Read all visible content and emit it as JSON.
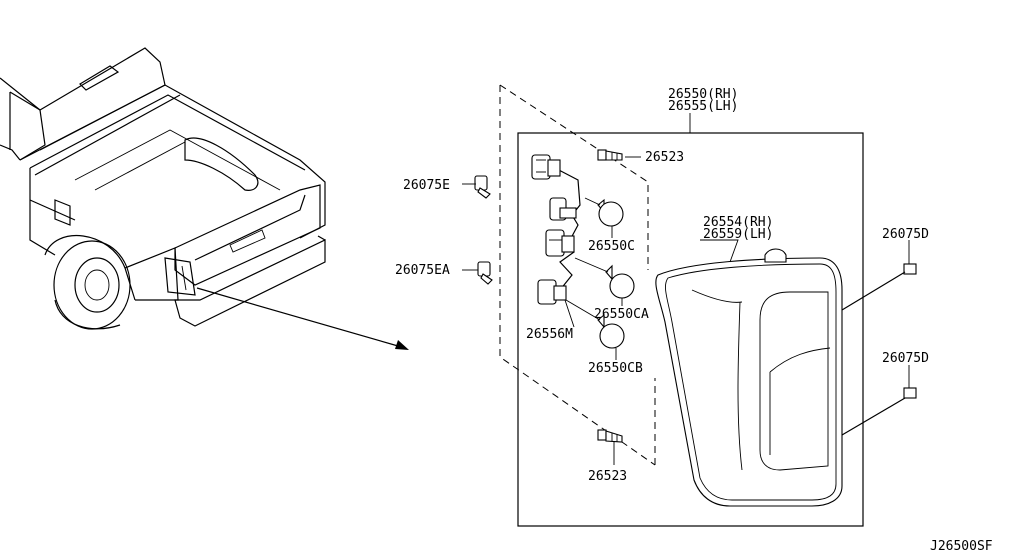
{
  "labels": {
    "assembly_rh": "26550(RH)",
    "assembly_lh": "26555(LH)",
    "lens_rh": "26554(RH)",
    "lens_lh": "26559(LH)",
    "screw_top": "26523",
    "screw_bottom": "26523",
    "clip_e": "26075E",
    "clip_ea": "26075EA",
    "bolt_upper": "26075D",
    "bolt_lower": "26075D",
    "bulb_c": "26550C",
    "bulb_ca": "26550CA",
    "bulb_cb": "26550CB",
    "harness": "26556M",
    "diagram_code": "J26500SF"
  }
}
